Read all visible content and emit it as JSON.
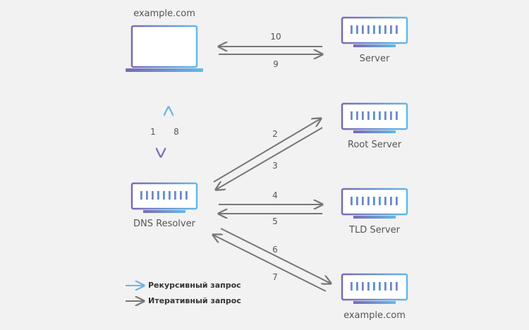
{
  "nodes": {
    "client": {
      "label": "example.com"
    },
    "server": {
      "label": "Server"
    },
    "dns_resolver": {
      "label": "DNS Resolver"
    },
    "root_server": {
      "label": "Root Server"
    },
    "tld_server": {
      "label": "TLD Server"
    },
    "auth_server": {
      "label": "example.com"
    }
  },
  "steps": [
    "1",
    "2",
    "3",
    "4",
    "5",
    "6",
    "7",
    "8",
    "9",
    "10"
  ],
  "legend": {
    "recursive": {
      "label": "Рекурсивный запрос",
      "color": "#6cb4e4"
    },
    "iterative": {
      "label": "Итеративный запрос",
      "color": "#666666"
    }
  },
  "colors": {
    "server_gradient_start": "#7b6ab5",
    "server_gradient_end": "#63b9e8",
    "arrow_iterative": "#777777"
  }
}
